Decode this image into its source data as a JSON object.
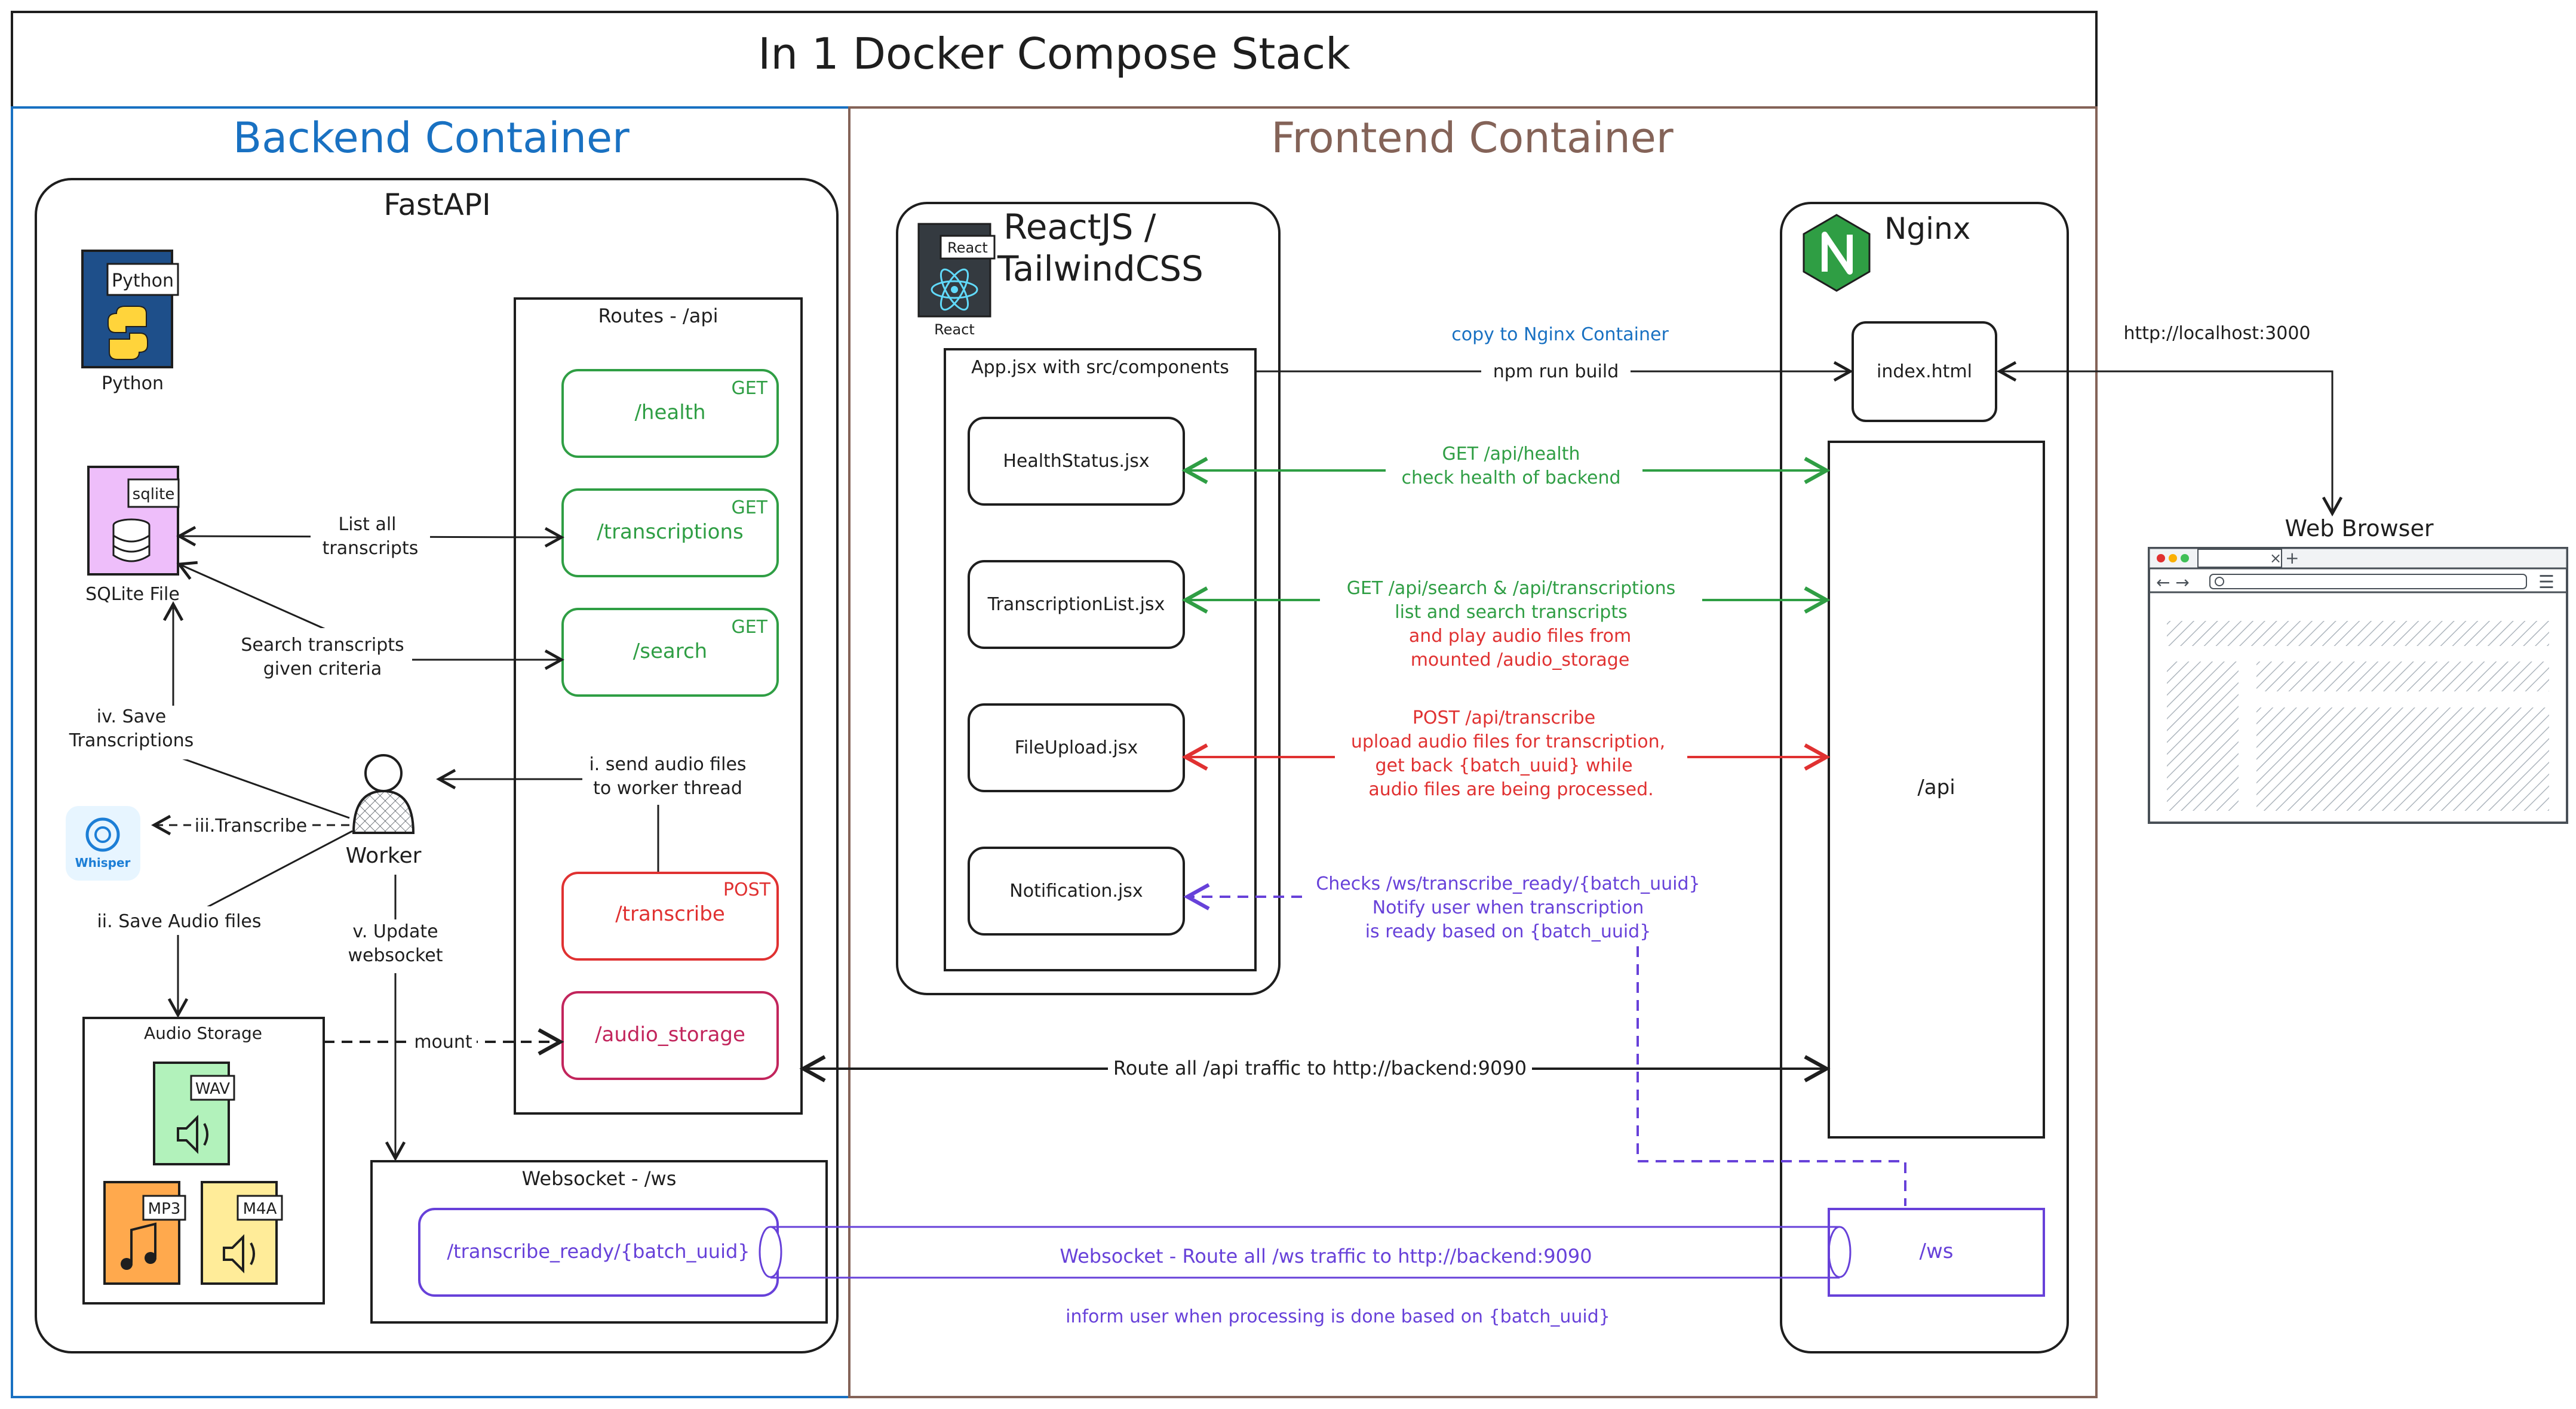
{
  "title": "In 1 Docker Compose Stack",
  "colors": {
    "black": "#1e1e1e",
    "blue": "#1971c2",
    "brown": "#846358",
    "green": "#2f9e44",
    "red": "#e03131",
    "crimson": "#c2255c",
    "purple": "#6741d9",
    "python_bg": "#1e4f8a",
    "sqlite_bg": "#eebefa",
    "wav_bg": "#b2f2bb",
    "mp3_bg": "#ffa94d",
    "m4a_bg": "#ffec99",
    "nginx_green": "#2f9e44",
    "react_bg": "#343a40",
    "react_blue": "#61dafb"
  },
  "backend": {
    "title": "Backend Container",
    "fastapi_label": "FastAPI",
    "python": {
      "badge": "Python",
      "label": "Python"
    },
    "sqlite": {
      "badge": "sqlite",
      "label": "SQLite File"
    },
    "whisper": {
      "label": "Whisper"
    },
    "worker": {
      "label": "Worker"
    },
    "routes": {
      "title": "Routes - /api",
      "items": [
        {
          "path": "/health",
          "method": "GET"
        },
        {
          "path": "/transcriptions",
          "method": "GET"
        },
        {
          "path": "/search",
          "method": "GET"
        },
        {
          "path": "/transcribe",
          "method": "POST"
        },
        {
          "path": "/audio_storage",
          "method": ""
        }
      ]
    },
    "audio_storage": {
      "title": "Audio Storage",
      "files": [
        {
          "badge": "WAV"
        },
        {
          "badge": "MP3"
        },
        {
          "badge": "M4A"
        }
      ]
    },
    "websocket": {
      "title": "Websocket - /ws",
      "route": "/transcribe_ready/{batch_uuid}"
    },
    "labels": {
      "list_all": [
        "List all",
        "transcripts"
      ],
      "search": [
        "Search transcripts",
        "given criteria"
      ],
      "save_transcriptions": [
        "iv. Save",
        "Transcriptions"
      ],
      "transcribe": "iii.Transcribe",
      "save_audio": "ii. Save Audio files",
      "send_audio": [
        "i. send audio files",
        "to worker thread"
      ],
      "update_ws": [
        "v. Update",
        "websocket"
      ],
      "mount": "mount"
    }
  },
  "frontend": {
    "title": "Frontend Container",
    "react": {
      "title": [
        "ReactJS /",
        "TailwindCSS"
      ],
      "badge": "React",
      "label": "React"
    },
    "app_box": "App.jsx with src/components",
    "components": [
      "HealthStatus.jsx",
      "TranscriptionList.jsx",
      "FileUpload.jsx",
      "Notification.jsx"
    ],
    "nginx": {
      "title": "Nginx",
      "index": "index.html",
      "api": "/api",
      "ws": "/ws"
    },
    "labels": {
      "copy": "copy to Nginx Container",
      "build": "npm run build",
      "health": [
        "GET /api/health",
        "check health of backend"
      ],
      "search_green": [
        "GET /api/search & /api/transcriptions",
        "list and search transcripts"
      ],
      "search_red": [
        "and play audio files from",
        "mounted /audio_storage"
      ],
      "transcribe": [
        "POST /api/transcribe",
        "upload audio files  for transcription,",
        "get back {batch_uuid} while",
        "audio files are being processed."
      ],
      "notify": [
        "Checks /ws/transcribe_ready/{batch_uuid}",
        "Notify user when transcription",
        "is ready based on {batch_uuid}"
      ],
      "route_api": "Route all /api traffic to http://backend:9090",
      "route_ws": "Websocket - Route all /ws traffic to http://backend:9090",
      "inform": "inform user when processing is done based on {batch_uuid}"
    }
  },
  "browser": {
    "label": "Web Browser",
    "url_label": "http://localhost:3000"
  }
}
